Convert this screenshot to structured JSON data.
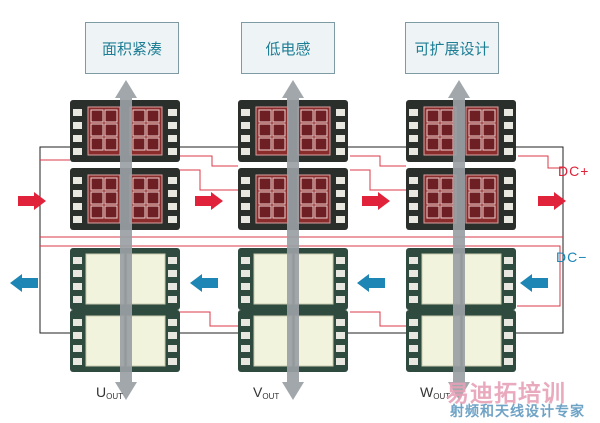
{
  "labels": {
    "area": "面积紧凑",
    "inductance": "低电感",
    "scalable": "可扩展设计"
  },
  "rails": {
    "positive": "DC+",
    "negative": "DC−"
  },
  "outputs": [
    {
      "letter": "U",
      "sub": "OUT"
    },
    {
      "letter": "V",
      "sub": "OUT"
    },
    {
      "letter": "W",
      "sub": "OUT"
    }
  ],
  "watermark": {
    "brand": "易迪拓培训",
    "tagline": "射频和天线设计专家"
  },
  "colors": {
    "positive": "#e0233a",
    "negative": "#1d86b5",
    "trace": "#d93a44",
    "label_text": "#1d7d95",
    "arrow": "#9aa0a4"
  }
}
